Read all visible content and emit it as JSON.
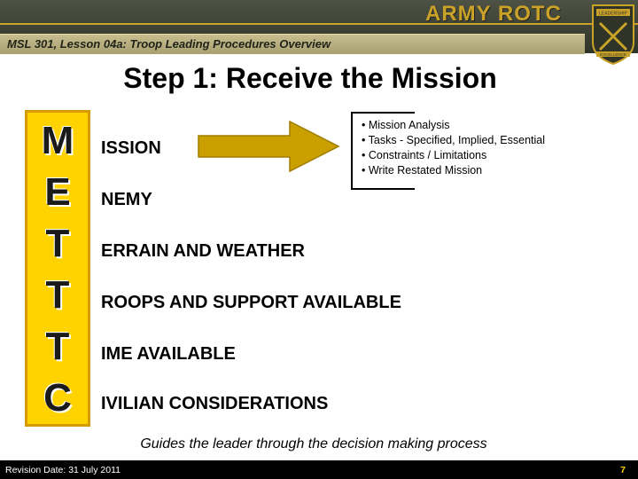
{
  "header": {
    "subtitle": "MSL 301, Lesson 04a: Troop Leading Procedures Overview",
    "logo": "ARMY ROTC",
    "shield_text_top": "LEADERSHIP",
    "shield_text_bottom": "EXCELLENCE"
  },
  "title": "Step 1: Receive the Mission",
  "acronym": [
    {
      "letter": "M",
      "word": "ISSION"
    },
    {
      "letter": "E",
      "word": "NEMY"
    },
    {
      "letter": "T",
      "word": "ERRAIN AND WEATHER"
    },
    {
      "letter": "T",
      "word": "ROOPS AND SUPPORT AVAILABLE"
    },
    {
      "letter": "T",
      "word": "IME AVAILABLE"
    },
    {
      "letter": "C",
      "word": "IVILIAN CONSIDERATIONS"
    }
  ],
  "mission_bullets": [
    "• Mission Analysis",
    "• Tasks - Specified, Implied, Essential",
    "• Constraints / Limitations",
    "• Write Restated Mission"
  ],
  "caption": "Guides the leader through the decision making process",
  "footer": {
    "revision": "Revision Date: 31 July 2011",
    "page_number": "7"
  },
  "colors": {
    "accent_gold": "#c9a227",
    "letter_box": "#ffd300",
    "header_olive": "#3c4033"
  }
}
